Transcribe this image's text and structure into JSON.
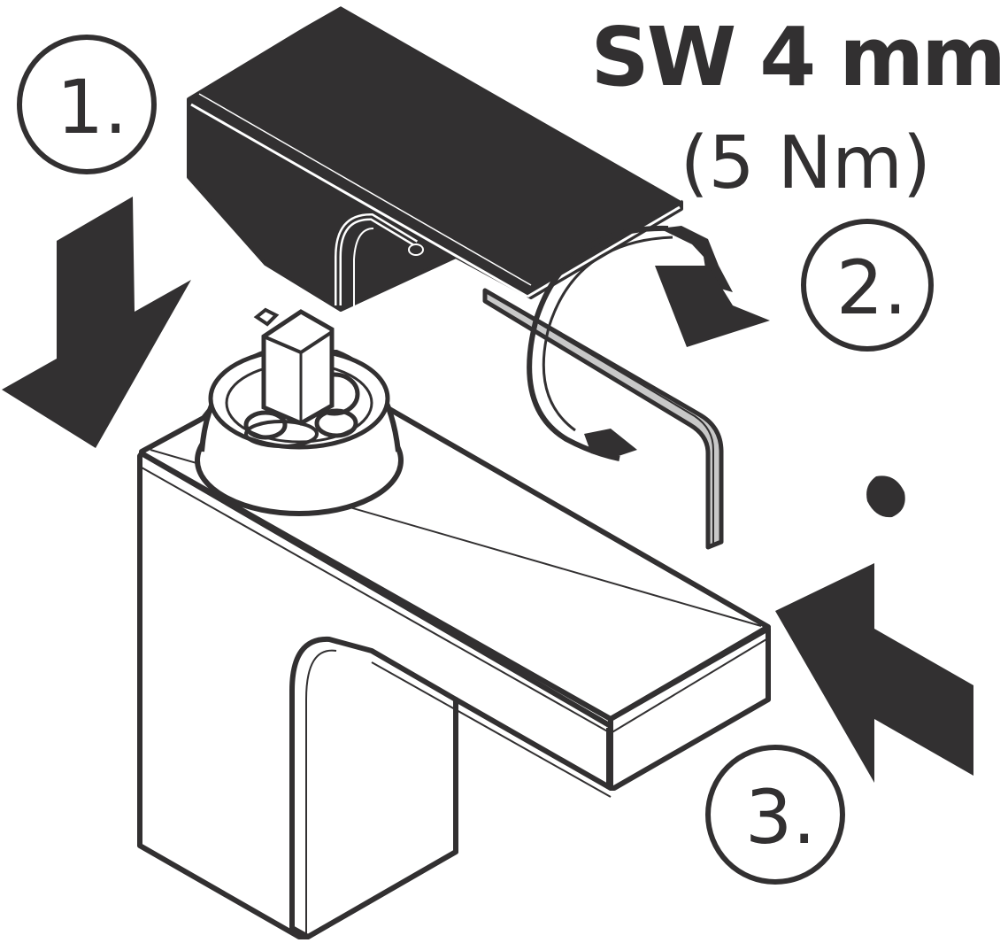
{
  "spec": {
    "wrench_size": "SW 4 mm",
    "torque": "(5 Nm)"
  },
  "steps": [
    {
      "label": "1."
    },
    {
      "label": "2."
    },
    {
      "label": "3."
    }
  ],
  "colors": {
    "ink": "#323031",
    "paper": "#ffffff",
    "tool_fill": "#c8c8c8"
  },
  "icons": {
    "arrow_down": "arrow-down-icon",
    "arrow_rotate": "rotate-arrow-icon",
    "arrow_push": "arrow-push-icon"
  }
}
